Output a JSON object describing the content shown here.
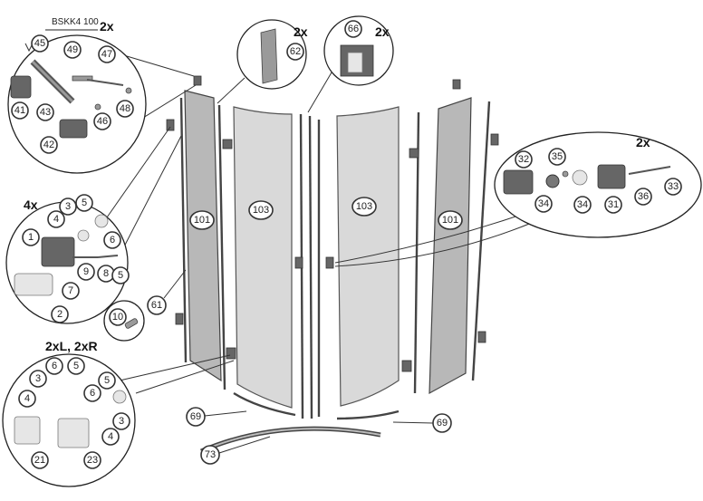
{
  "model_code": "BSKK4 100",
  "multipliers": {
    "hinge_group": "2x",
    "profile_62": "2x",
    "profile_66": "2x",
    "handle_group": "4x",
    "roller_group": "2x",
    "lower_group": "2xL, 2xR"
  },
  "callouts": {
    "c45": "45",
    "c49": "49",
    "c47": "47",
    "c41": "41",
    "c43": "43",
    "c46": "46",
    "c48": "48",
    "c42": "42",
    "c62": "62",
    "c66": "66",
    "c3a": "3",
    "c5a": "5",
    "c4a": "4",
    "c6a": "6",
    "c1": "1",
    "c9": "9",
    "c8": "8",
    "c5b": "5",
    "c7": "7",
    "c2": "2",
    "c10": "10",
    "c32": "32",
    "c35": "35",
    "c34a": "34",
    "c34b": "34",
    "c31": "31",
    "c36": "36",
    "c33": "33",
    "c101a": "101",
    "c103a": "103",
    "c103b": "103",
    "c101b": "101",
    "c61": "61",
    "c69a": "69",
    "c69b": "69",
    "c73": "73",
    "c3b": "3",
    "c6b": "6",
    "c5c": "5",
    "c4b": "4",
    "c21": "21",
    "c5d": "5",
    "c6c": "6",
    "c3c": "3",
    "c4c": "4",
    "c23": "23"
  }
}
